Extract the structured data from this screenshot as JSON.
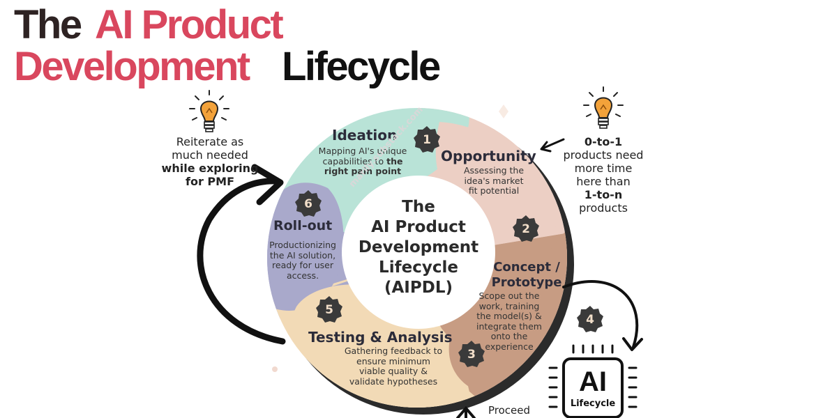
{
  "title": {
    "line1_part1": "The",
    "line1_part2": "AI Product",
    "line2_part1": "Development",
    "line2_part2": "Lifecycle"
  },
  "left_note": {
    "line1": "Reiterate as",
    "line2": "much needed",
    "bold1": "while exploring",
    "bold2": "for PMF"
  },
  "right_note": {
    "bold1": "0-to-1",
    "line1": "products  need",
    "line2": "more time",
    "line3": "here than",
    "bold2": "1-to-n",
    "line4": "products"
  },
  "center": {
    "line1": "The",
    "line2": "AI Product",
    "line3": "Development",
    "line4": "Lifecycle",
    "line5": "(AIPDL)"
  },
  "watermark": "marily.substack.com",
  "stages": [
    {
      "number": "1",
      "name": "Ideation",
      "desc1": "Mapping AI's unique",
      "desc2_pre": "capabilities to ",
      "desc2_bold": "the",
      "desc3_bold": "right pain point",
      "color": "#b9e3d7"
    },
    {
      "number": "2",
      "name": "Opportunity",
      "desc1": "Assessing the",
      "desc2": "idea's market",
      "desc3": "fit potential",
      "color": "#eccfc4"
    },
    {
      "number": "3",
      "name_line1": "Concept /",
      "name_line2": "Prototype",
      "desc1": "Scope out the",
      "desc2": "work, training",
      "desc3": "the model(s) &",
      "desc4": "integrate them",
      "desc5": "onto the",
      "desc6": "experience",
      "color": "#c79c83"
    },
    {
      "number": "4"
    },
    {
      "number": "5",
      "name": "Testing & Analysis",
      "desc1": "Gathering feedback to",
      "desc2": "ensure minimum",
      "desc3": "viable quality &",
      "desc4": "validate  hypotheses",
      "color": "#f2dab6"
    },
    {
      "number": "6",
      "name": "Roll-out",
      "desc1": "Productionizing",
      "desc2": "the AI solution,",
      "desc3": "ready for user",
      "desc4": "access.",
      "color": "#a9a9cb"
    }
  ],
  "chip": {
    "big": "AI",
    "small": "Lifecycle"
  },
  "proceed": "Proceed",
  "colors": {
    "title_red": "#d9475e",
    "title_dark": "#2e2323",
    "badge": "#3a3a3a",
    "badge_text": "#f1dec9",
    "ring_shadow": "#2b2b2b"
  }
}
